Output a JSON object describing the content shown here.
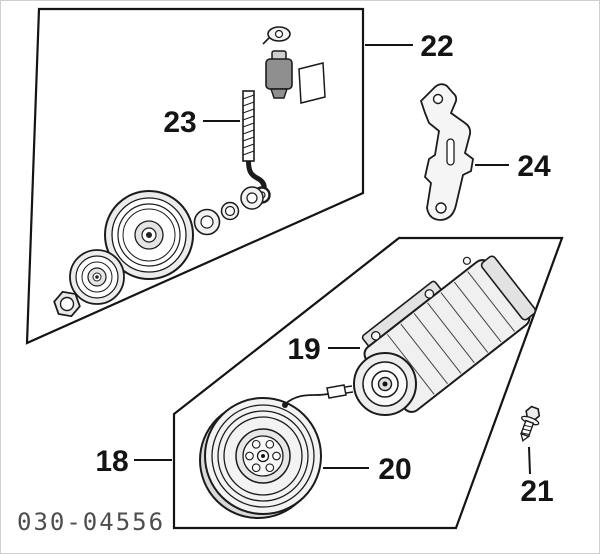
{
  "diagram": {
    "code": "030-04556",
    "callouts": {
      "c18": "18",
      "c19": "19",
      "c20": "20",
      "c21": "21",
      "c22": "22",
      "c23": "23",
      "c24": "24"
    },
    "colors": {
      "line": "#141414",
      "background": "#ffffff",
      "code_text": "#4d4d4d"
    }
  }
}
